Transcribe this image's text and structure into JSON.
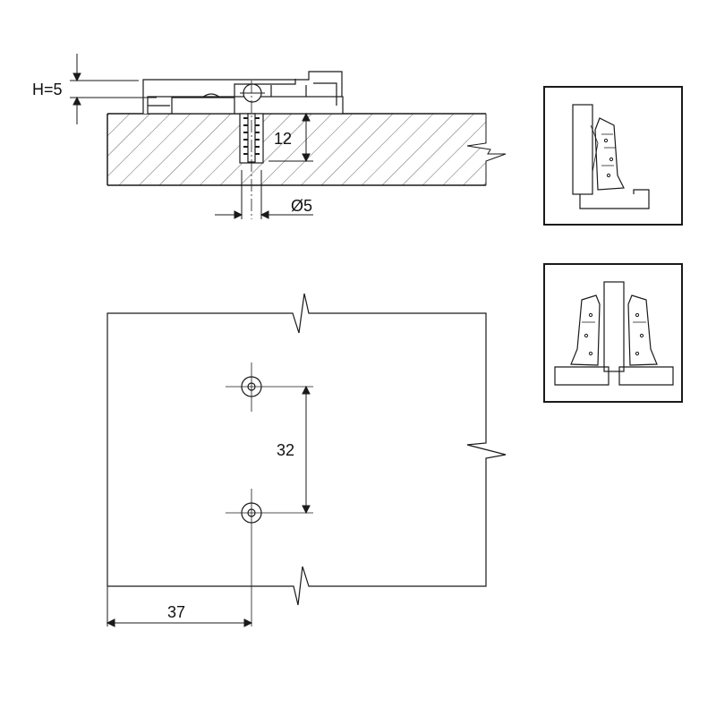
{
  "section_view": {
    "mounting_height_label": "H=5",
    "screw_depth_label": "12",
    "screw_diameter_label": "Ø5"
  },
  "plan_view": {
    "hole_spacing_label": "32",
    "edge_distance_label": "37"
  },
  "icons": {
    "single_hinge": "single-hinge-icon",
    "double_hinge": "double-hinge-icon"
  },
  "colors": {
    "line": "#1a1a1a",
    "hatch": "#555555"
  }
}
